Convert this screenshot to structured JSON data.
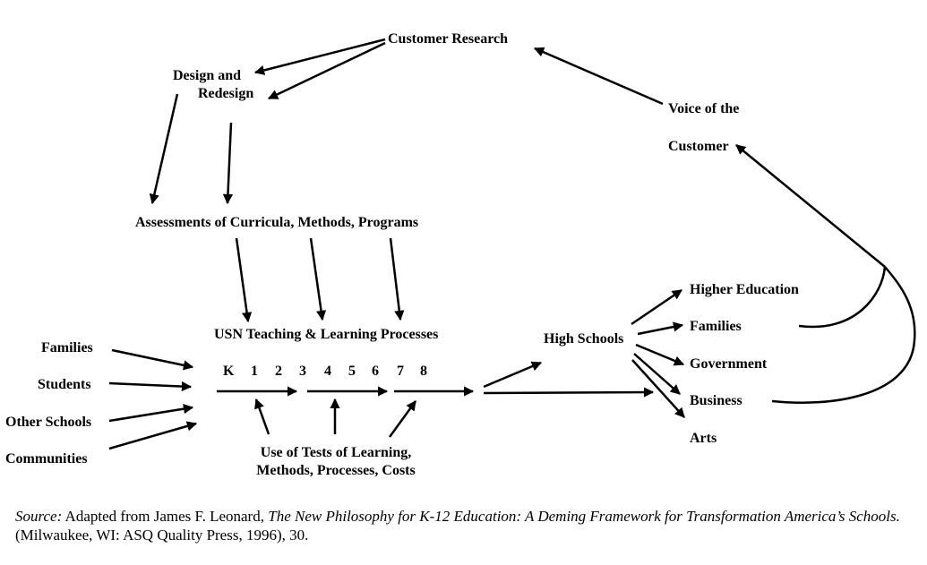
{
  "diagram": {
    "customer_research": "Customer Research",
    "design_redesign": [
      "Design and",
      "Redesign"
    ],
    "voice_of_customer": [
      "Voice of the",
      "Customer"
    ],
    "assessments": "Assessments of Curricula, Methods, Programs",
    "usn_processes": "USN Teaching & Learning Processes",
    "grades": [
      "K",
      "1",
      "2",
      "3",
      "4",
      "5",
      "6",
      "7",
      "8"
    ],
    "inputs": [
      "Families",
      "Students",
      "Other Schools",
      "Communities"
    ],
    "tests": [
      "Use of Tests of Learning,",
      "Methods, Processes, Costs"
    ],
    "high_schools": "High Schools",
    "outputs": [
      "Higher Education",
      "Families",
      "Government",
      "Business",
      "Arts"
    ]
  },
  "source": {
    "prefix": "Source:",
    "text1": " Adapted from James F. Leonard, ",
    "title": "The New Philosophy for K-12 Education: A Deming Framework for Transformation America’s Schools.",
    "text2": " (Milwaukee, WI: ASQ Quality Press, 1996), 30."
  },
  "colors": {
    "ink": "#000000",
    "background": "#ffffff"
  }
}
